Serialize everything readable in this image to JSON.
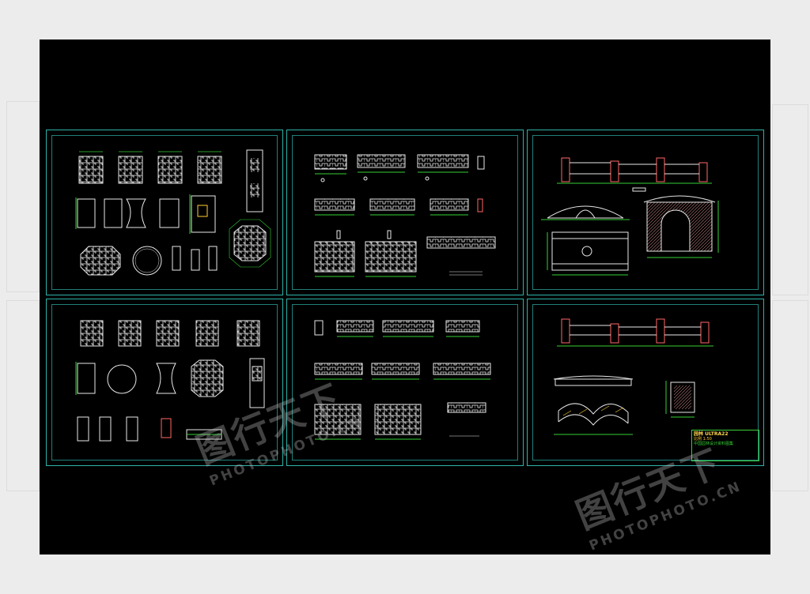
{
  "watermark": {
    "brand": "图行天下",
    "site": "PHOTOPHOTO.CN"
  },
  "title_block": {
    "name": "园林",
    "code": "ULTRA22",
    "line1": "比例 1:50",
    "line2": "中国园林设计资料图集"
  },
  "colors": {
    "canvas": "#000000",
    "sheet_frame": "#2fb3a8",
    "drawing_white": "#e8e8e8",
    "dimension_green": "#35d135",
    "annotation_yellow": "#ffcc33"
  },
  "sheets": [
    {
      "id": "sheet-1",
      "subject": "window-lattice-panels"
    },
    {
      "id": "sheet-2",
      "subject": "railing-elevations"
    },
    {
      "id": "sheet-3",
      "subject": "bridge-and-arch-gate"
    },
    {
      "id": "sheet-4",
      "subject": "window-lattice-panels-b"
    },
    {
      "id": "sheet-5",
      "subject": "railing-elevations-b"
    },
    {
      "id": "sheet-6",
      "subject": "bridge-plan-and-details"
    }
  ]
}
